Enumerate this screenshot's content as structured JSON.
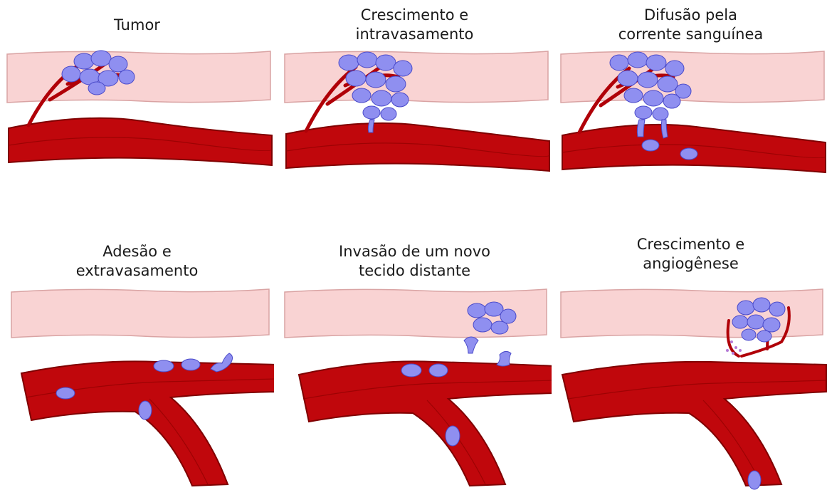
{
  "panels": [
    {
      "caption_lines": [
        "Tumor"
      ]
    },
    {
      "caption_lines": [
        "Crescimento e",
        "intravasamento"
      ]
    },
    {
      "caption_lines": [
        "Difusão pela",
        "corrente sanguínea"
      ]
    },
    {
      "caption_lines": [
        "Adesão e",
        "extravasamento"
      ]
    },
    {
      "caption_lines": [
        "Invasão de um novo",
        "tecido distante"
      ]
    },
    {
      "caption_lines": [
        "Crescimento e",
        "angiogênese"
      ]
    }
  ],
  "colors": {
    "tissue_fill": "#f9d3d3",
    "tissue_stroke": "#d9a3a3",
    "vessel_fill": "#c0070c",
    "vessel_dark": "#7f0000",
    "cell_fill": "#8f8ff0",
    "cell_stroke": "#4a4ac9",
    "nucleus": "#2e2ea8",
    "text": "#1a1a1a"
  },
  "icons": {
    "tumor": "cancer-cell-cluster-icon",
    "vessel": "blood-vessel-icon",
    "tissue": "tissue-layer-icon"
  }
}
